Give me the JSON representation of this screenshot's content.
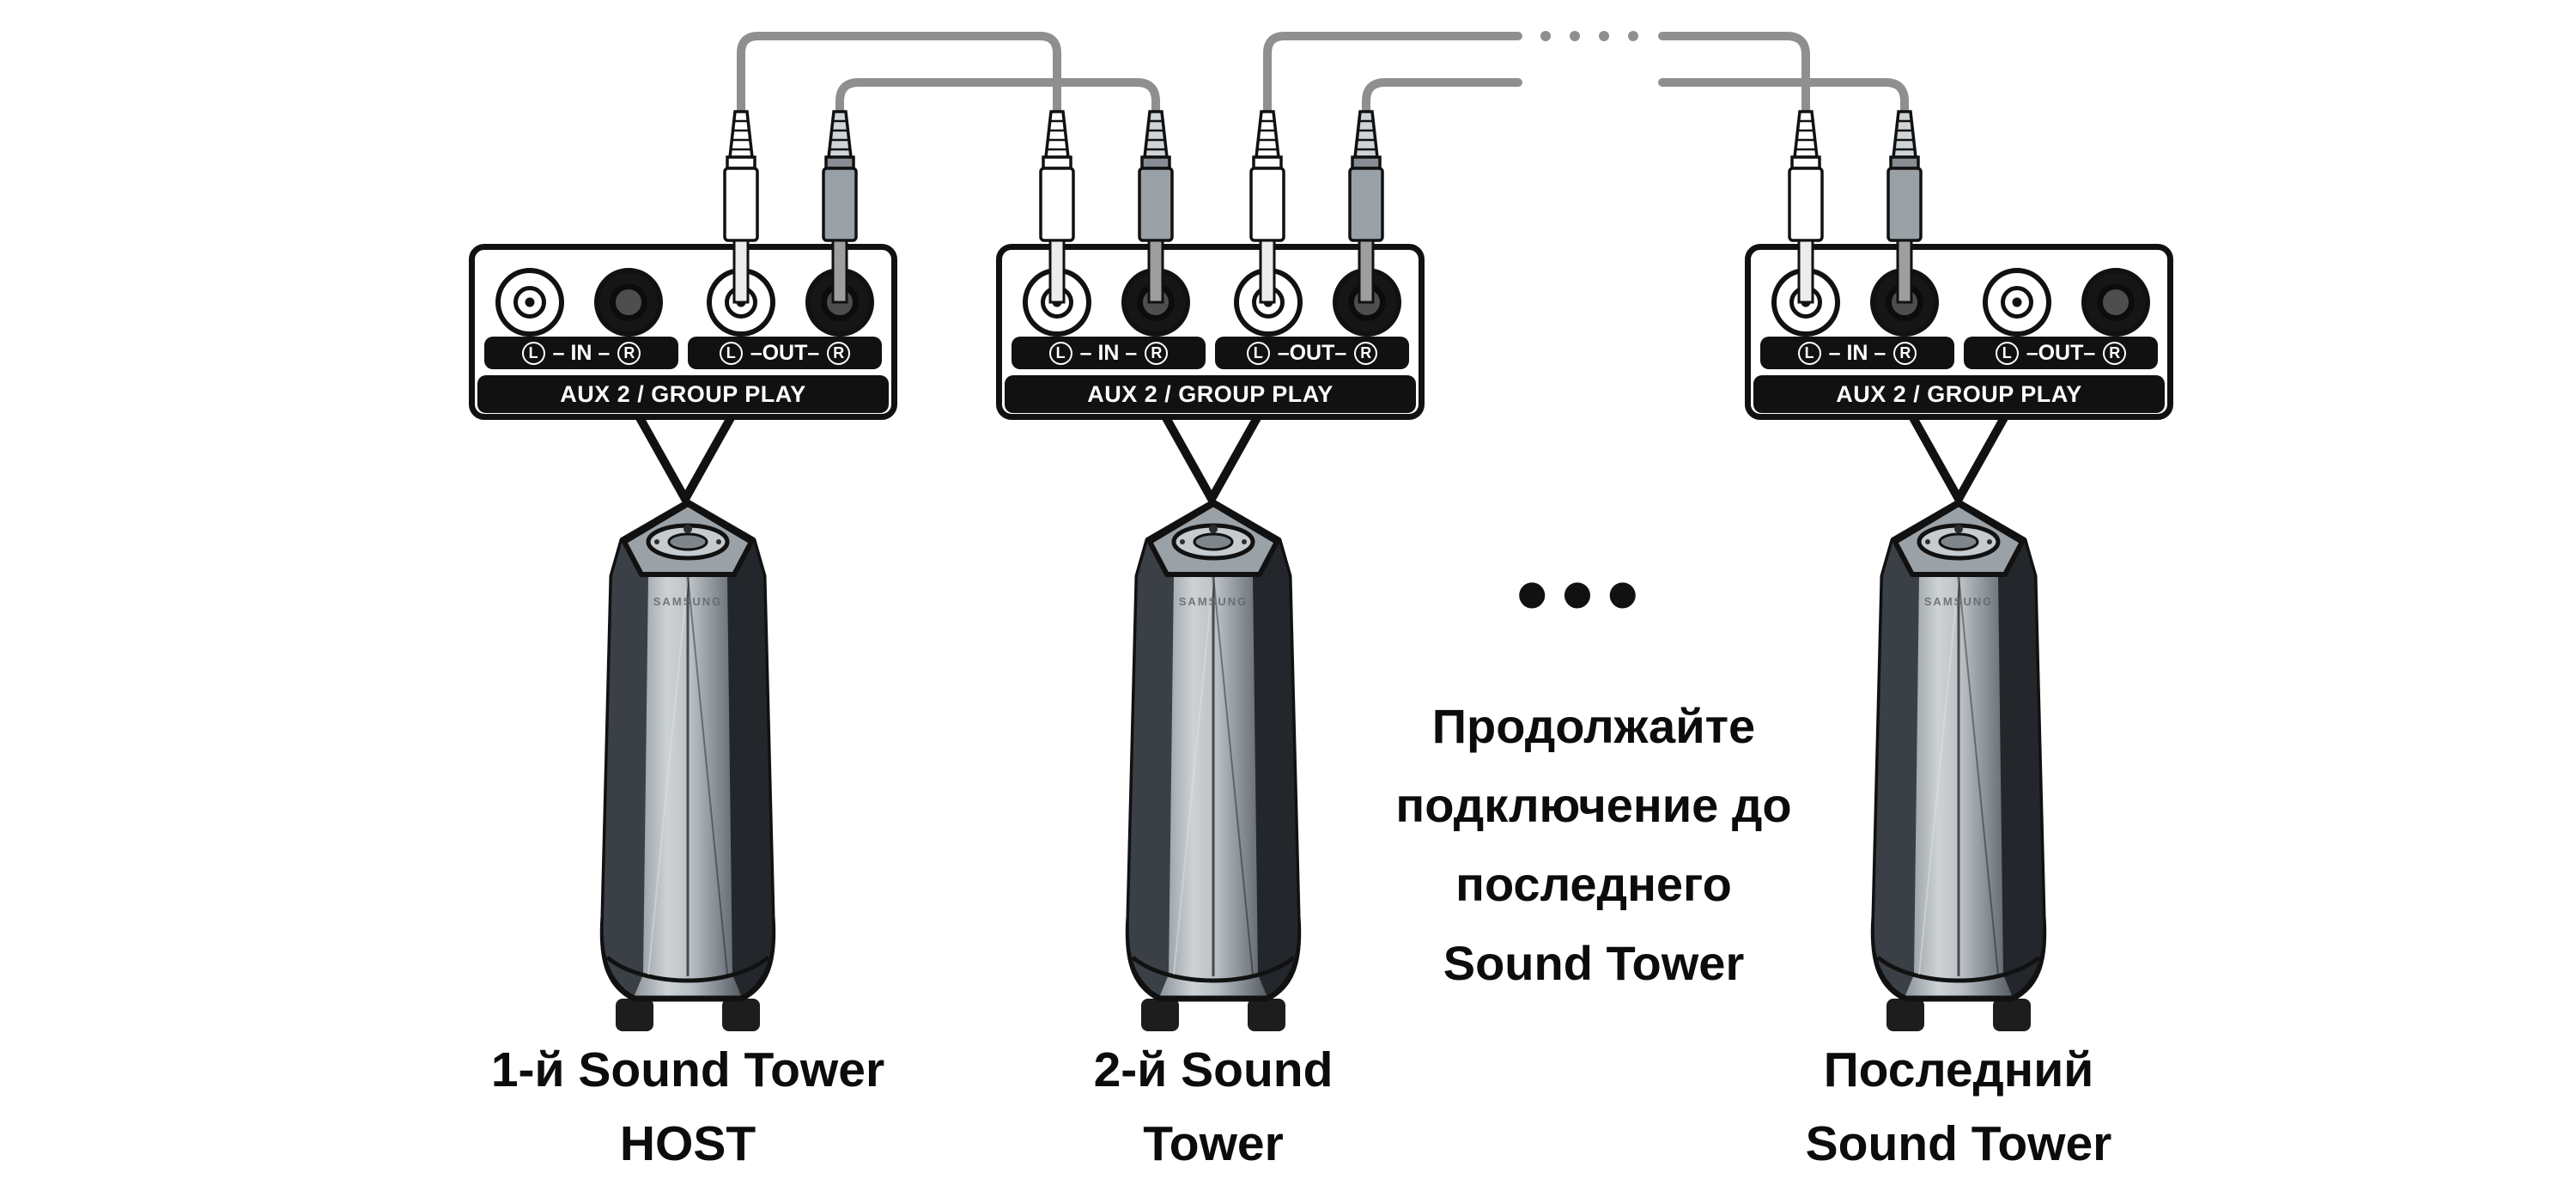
{
  "page": {
    "background": "#ffffff"
  },
  "colors": {
    "cable": "#8f8f8f",
    "outline": "#111111",
    "label_bg": "#111111",
    "label_text": "#ffffff",
    "tower_body": "#9aa1a7"
  },
  "panels": [
    {
      "in_l": "L",
      "in_mid": "– IN –",
      "in_r": "R",
      "out_l": "L",
      "out_mid": "–OUT–",
      "out_r": "R",
      "aux": "AUX 2 / GROUP PLAY"
    },
    {
      "in_l": "L",
      "in_mid": "– IN –",
      "in_r": "R",
      "out_l": "L",
      "out_mid": "–OUT–",
      "out_r": "R",
      "aux": "AUX 2 / GROUP PLAY"
    },
    {
      "in_l": "L",
      "in_mid": "– IN –",
      "in_r": "R",
      "out_l": "L",
      "out_mid": "–OUT–",
      "out_r": "R",
      "aux": "AUX 2 / GROUP PLAY"
    }
  ],
  "towers": [
    {
      "brand": "SAMSUNG",
      "caption_line1": "1-й Sound Tower",
      "caption_line2": "HOST"
    },
    {
      "brand": "SAMSUNG",
      "caption_line1": "2-й Sound",
      "caption_line2": "Tower"
    },
    {
      "brand": "SAMSUNG",
      "caption_line1": "Последний",
      "caption_line2": "Sound Tower"
    }
  ],
  "note": {
    "line1": "Продолжайте",
    "line2": "подключение до",
    "line3": "последнего",
    "line4": "Sound Tower"
  },
  "ellipsis": "•••"
}
